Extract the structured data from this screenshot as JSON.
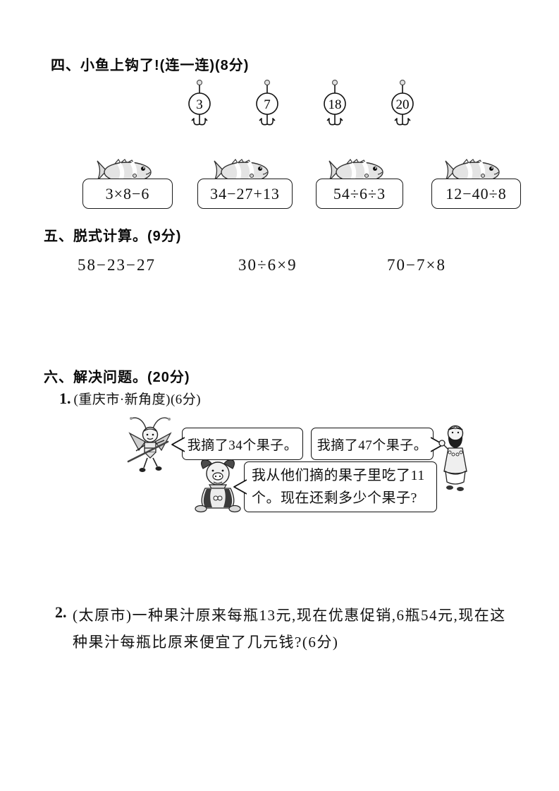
{
  "section4": {
    "title": "四、小鱼上钩了!(连一连)(8分)",
    "hooks": [
      "3",
      "7",
      "18",
      "20"
    ],
    "fish": [
      "3×8−6",
      "34−27+13",
      "54÷6÷3",
      "12−40÷8"
    ]
  },
  "section5": {
    "title": "五、脱式计算。(9分)",
    "expressions": [
      "58−23−27",
      "30÷6×9",
      "70−7×8"
    ]
  },
  "section6": {
    "title": "六、解决问题。(20分)",
    "problem1": {
      "number": "1.",
      "source": "(重庆市·新角度)(6分)",
      "bubble_monkey": "我摘了34个果子。",
      "bubble_monk": "我摘了47个果子。",
      "bubble_pig": "我从他们摘的果子里吃了11个。现在还剩多少个果子?"
    },
    "problem2": {
      "number": "2.",
      "line1": "(太原市)一种果汁原来每瓶13元,现在优惠促销,6瓶54元,现在这",
      "line2": "种果汁每瓶比原来便宜了几元钱?(6分)"
    }
  }
}
